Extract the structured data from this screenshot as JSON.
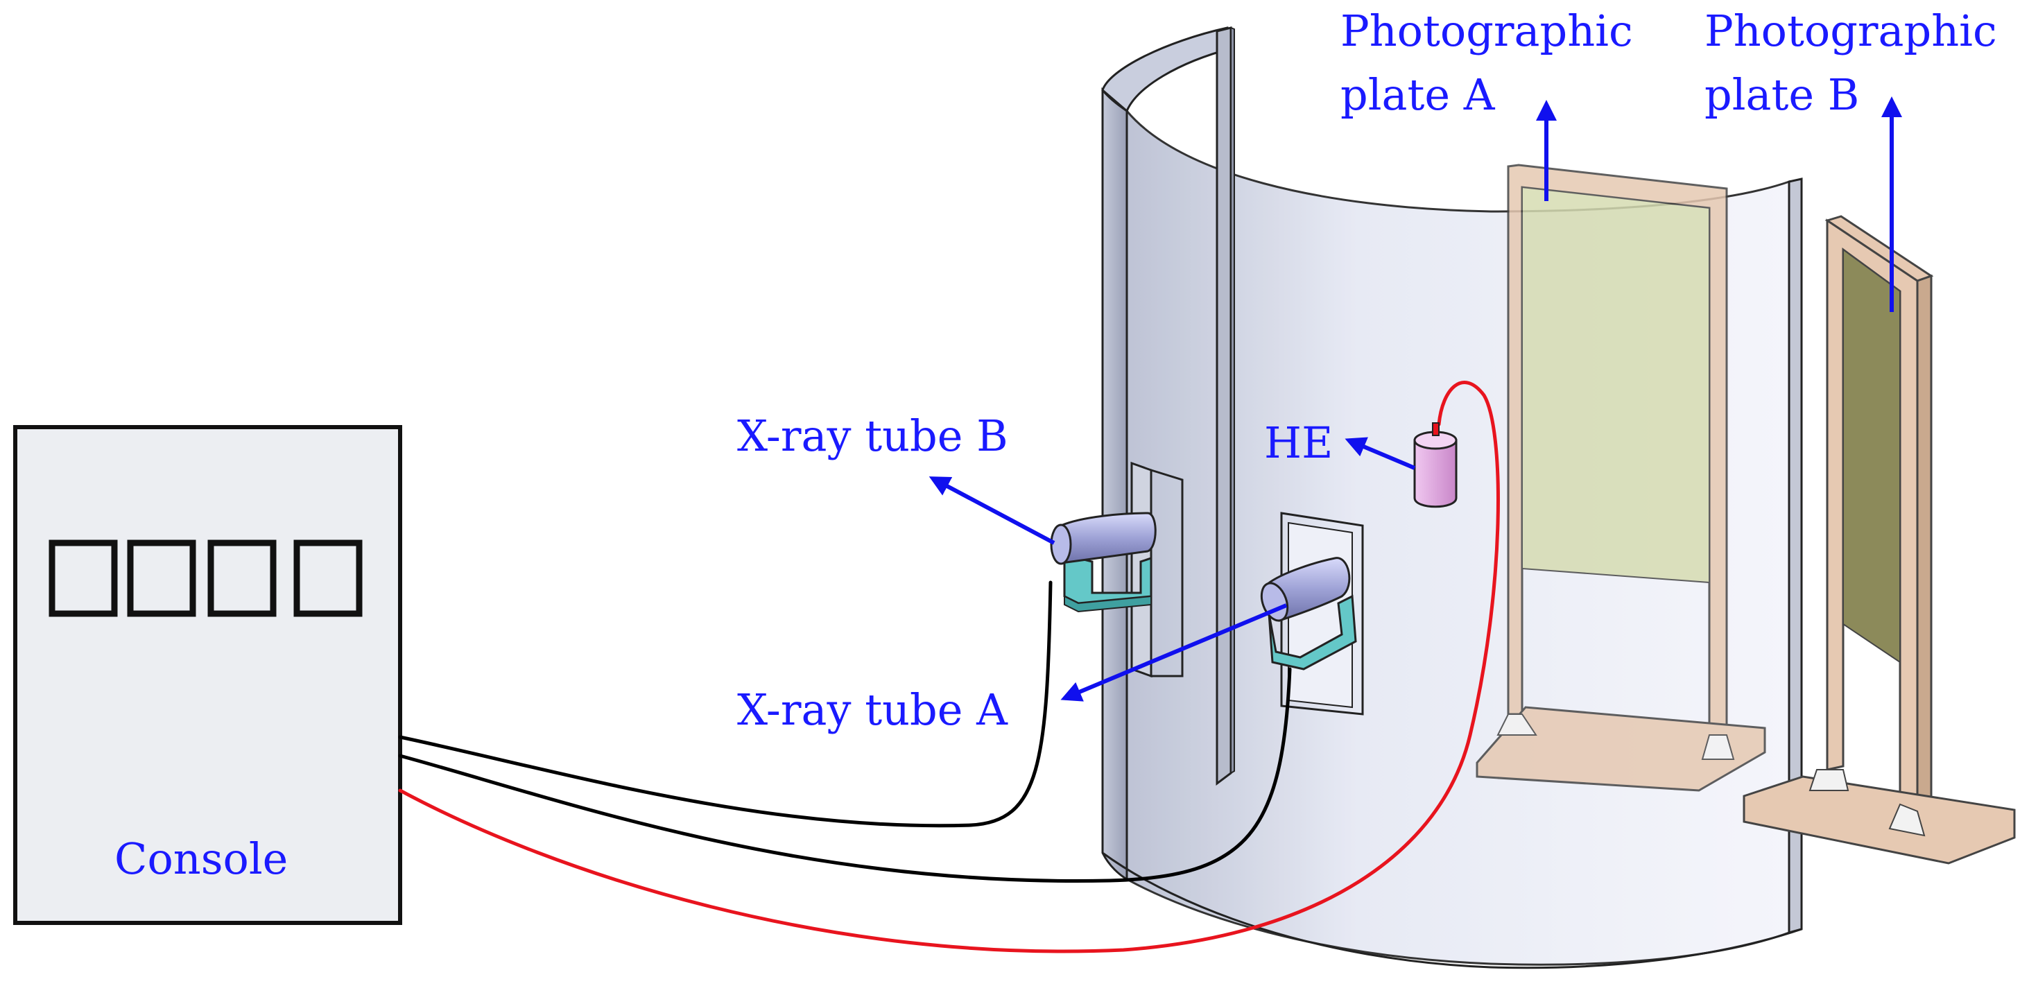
{
  "labels": {
    "plate_a_line1": "Photographic",
    "plate_a_line2": "plate A",
    "plate_b_line1": "Photographic",
    "plate_b_line2": "plate B",
    "xray_b": "X-ray tube B",
    "xray_a": "X-ray tube A",
    "he": "HE",
    "console": "Console"
  },
  "colors": {
    "label": "#1a1aff",
    "arrow": "#1010ee",
    "signal_cable": "#e8141e",
    "power_cable": "#000000",
    "wall_fill": "#dfe3ee",
    "plate_frame": "#e6c9b2",
    "plate_a_film": "#d6dcb2",
    "plate_b_film": "#8c8a5a",
    "tube_body": "#9ea2d6",
    "tube_stand": "#64c8c8",
    "he_body": "#dfa3df",
    "console_fill": "#eceef2"
  },
  "icons": {
    "console_buttons": "square-button-icon"
  }
}
